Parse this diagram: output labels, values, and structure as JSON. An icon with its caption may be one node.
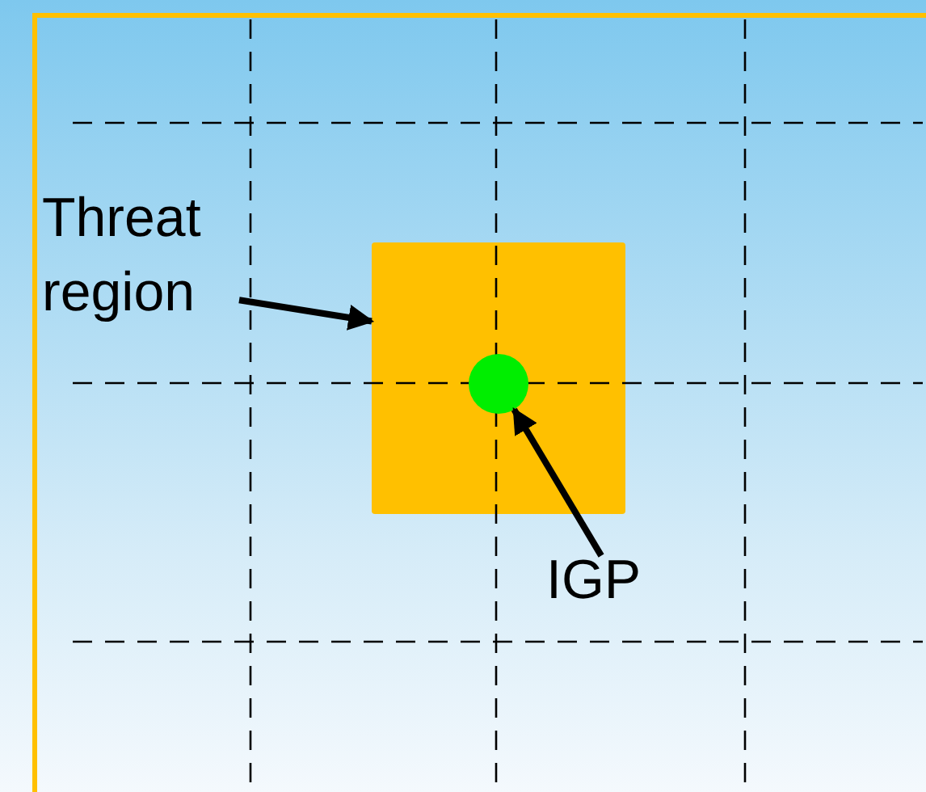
{
  "diagram": {
    "nodes": [
      {
        "text": [
          "Threat region"
        ]
      },
      {
        "text": [],
        "shape": "box"
      },
      {
        "text": [
          "IGP"
        ]
      },
      {
        "text": [],
        "shape": "circle",
        "in": 1
      }
    ],
    "edges": [
      {
        "from": 0,
        "to": 1,
        "arrow": "to"
      },
      {
        "from": 2,
        "to": 3,
        "arrow": "to"
      }
    ]
  }
}
